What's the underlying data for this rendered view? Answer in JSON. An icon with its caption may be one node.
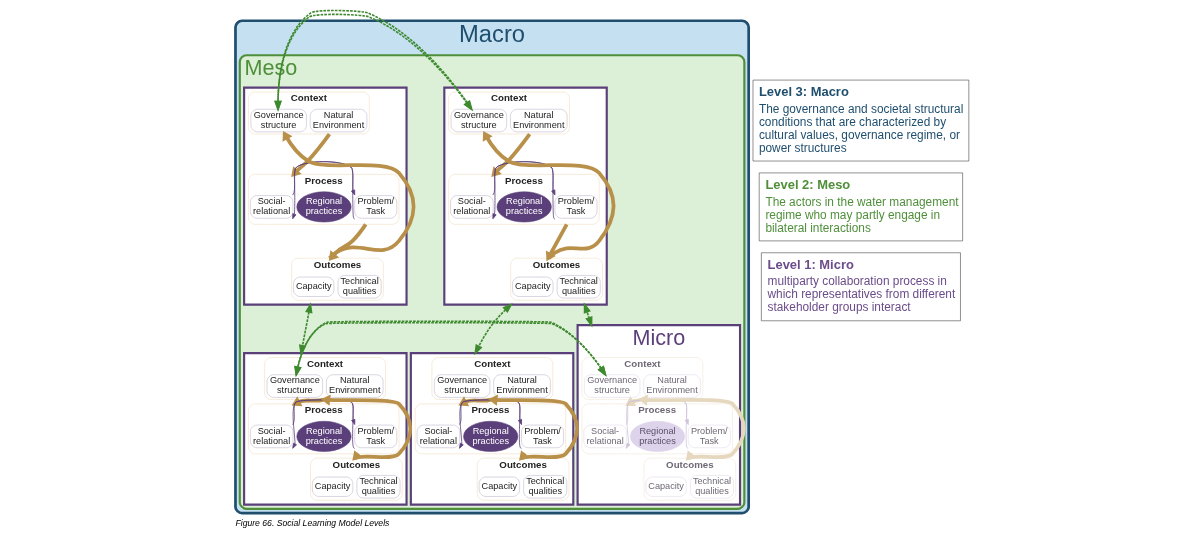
{
  "diagram": {
    "caption": "Figure 66. Social Learning Model Levels",
    "nodes": [
      {
        "text": [
          "Macro"
        ]
      },
      {
        "text": [
          "Meso"
        ],
        "in": 0
      },
      {
        "text": [],
        "shape": "box",
        "in": 1
      },
      {
        "text": [
          "Context"
        ],
        "in": 2
      },
      {
        "text": [
          "Governance structure"
        ],
        "in": 3
      },
      {
        "text": [
          "Natural Environment"
        ],
        "in": 3
      },
      {
        "text": [
          "Process"
        ],
        "in": 2
      },
      {
        "text": [
          "Social-relational"
        ],
        "in": 6
      },
      {
        "text": [
          "Regional practices"
        ],
        "in": 6
      },
      {
        "text": [
          "Problem/ Task"
        ],
        "in": 6
      },
      {
        "text": [
          "Outcomes"
        ],
        "in": 2
      },
      {
        "text": [
          "Capacity"
        ],
        "in": 10
      },
      {
        "text": [
          "Technical qualities"
        ],
        "in": 10
      },
      {
        "text": [],
        "shape": "box",
        "in": 1
      },
      {
        "text": [
          "Context"
        ],
        "in": 13
      },
      {
        "text": [
          "Governance structure"
        ],
        "in": 14
      },
      {
        "text": [
          "Natural Environment"
        ],
        "in": 14
      },
      {
        "text": [
          "Process"
        ],
        "in": 13
      },
      {
        "text": [
          "Social-relational"
        ],
        "in": 17
      },
      {
        "text": [
          "Regional practices"
        ],
        "in": 17
      },
      {
        "text": [
          "Problem/ Task"
        ],
        "in": 17
      },
      {
        "text": [
          "Outcomes"
        ],
        "in": 13
      },
      {
        "text": [
          "Capacity"
        ],
        "in": 21
      },
      {
        "text": [
          "Technical qualities"
        ],
        "in": 21
      },
      {
        "text": [],
        "shape": "box",
        "in": 1
      },
      {
        "text": [
          "Context"
        ],
        "in": 24
      },
      {
        "text": [
          "Governance structure"
        ],
        "in": 25
      },
      {
        "text": [
          "Natural Environment"
        ],
        "in": 25
      },
      {
        "text": [
          "Process"
        ],
        "in": 24
      },
      {
        "text": [
          "Social-relational"
        ],
        "in": 28
      },
      {
        "text": [
          "Regional practices"
        ],
        "in": 28
      },
      {
        "text": [
          "Problem/ Task"
        ],
        "in": 28
      },
      {
        "text": [
          "Outcomes"
        ],
        "in": 24
      },
      {
        "text": [
          "Capacity"
        ],
        "in": 32
      },
      {
        "text": [
          "Technical qualities"
        ],
        "in": 32
      },
      {
        "text": [
          "Micro"
        ],
        "in": 1
      },
      {
        "text": [
          "Context"
        ],
        "in": 35
      },
      {
        "text": [
          "Governance structure"
        ],
        "in": 36
      },
      {
        "text": [
          "Natural Environment"
        ],
        "in": 36
      },
      {
        "text": [
          "Process"
        ],
        "in": 35
      },
      {
        "text": [
          "Social-relational"
        ],
        "in": 39
      },
      {
        "text": [
          "Regional practices"
        ],
        "in": 39
      },
      {
        "text": [
          "Problem/ Task"
        ],
        "in": 39
      },
      {
        "text": [
          "Outcomes"
        ],
        "in": 35
      },
      {
        "text": [
          "Capacity"
        ],
        "in": 43
      },
      {
        "text": [
          "Technical qualities"
        ],
        "in": 43
      },
      {
        "text": [],
        "shape": "box",
        "in": 1
      },
      {
        "text": [
          "Context"
        ],
        "in": 46
      },
      {
        "text": [
          "Governance structure"
        ],
        "in": 47
      },
      {
        "text": [
          "Natural Environment"
        ],
        "in": 47
      },
      {
        "text": [
          "Process"
        ],
        "in": 46
      },
      {
        "text": [
          "Social-relational"
        ],
        "in": 50
      },
      {
        "text": [
          "Regional practices"
        ],
        "in": 50
      },
      {
        "text": [
          "Problem/ Task"
        ],
        "in": 50
      },
      {
        "text": [
          "Outcomes"
        ],
        "in": 46
      },
      {
        "text": [
          "Capacity"
        ],
        "in": 54
      },
      {
        "text": [
          "Technical qualities"
        ],
        "in": 54
      },
      {
        "text": [
          "Level 3: Macro",
          "The governance and societal structural conditions that are characterized by cultural values, governance regime, or power structures"
        ]
      },
      {
        "text": [
          "Level 2: Meso",
          "The actors in the water management regime who may partly engage in bilateral interactions"
        ]
      },
      {
        "text": [
          "Level 1: Micro",
          "multiparty collaboration process in which representatives from different stakeholder groups interact"
        ]
      }
    ],
    "edges": [
      {
        "from": 3,
        "to": 6,
        "arrow": "to",
        "style": "thick",
        "color": "#b8904a"
      },
      {
        "from": 6,
        "to": 10,
        "arrow": "to",
        "style": "thick",
        "color": "#b8904a"
      },
      {
        "from": 10,
        "to": 3,
        "arrow": "to",
        "style": "thick",
        "color": "#b8904a"
      },
      {
        "from": 7,
        "to": 9,
        "arrow": "to",
        "color": "#5b3f7a"
      },
      {
        "from": 9,
        "to": 7,
        "arrow": "to",
        "color": "#5b3f7a"
      },
      {
        "from": 14,
        "to": 17,
        "arrow": "to",
        "style": "thick",
        "color": "#b8904a"
      },
      {
        "from": 17,
        "to": 21,
        "arrow": "to",
        "style": "thick",
        "color": "#b8904a"
      },
      {
        "from": 21,
        "to": 14,
        "arrow": "to",
        "style": "thick",
        "color": "#b8904a"
      },
      {
        "from": 18,
        "to": 20,
        "arrow": "to",
        "color": "#5b3f7a"
      },
      {
        "from": 20,
        "to": 18,
        "arrow": "to",
        "color": "#5b3f7a"
      },
      {
        "from": 25,
        "to": 28,
        "arrow": "to",
        "style": "thick",
        "color": "#b8904a"
      },
      {
        "from": 28,
        "to": 32,
        "arrow": "to",
        "style": "thick",
        "color": "#b8904a"
      },
      {
        "from": 32,
        "to": 25,
        "arrow": "to",
        "style": "thick",
        "color": "#b8904a"
      },
      {
        "from": 29,
        "to": 31,
        "arrow": "to",
        "color": "#5b3f7a"
      },
      {
        "from": 31,
        "to": 29,
        "arrow": "to",
        "color": "#5b3f7a"
      },
      {
        "from": 36,
        "to": 39,
        "arrow": "to",
        "style": "thick",
        "color": "#e6d8bf"
      },
      {
        "from": 39,
        "to": 43,
        "arrow": "to",
        "style": "thick",
        "color": "#e6d8bf"
      },
      {
        "from": 43,
        "to": 36,
        "arrow": "to",
        "style": "thick",
        "color": "#e6d8bf"
      },
      {
        "from": 40,
        "to": 42,
        "arrow": "to",
        "color": "#cfc4dc"
      },
      {
        "from": 42,
        "to": 40,
        "arrow": "to",
        "color": "#cfc4dc"
      },
      {
        "from": 47,
        "to": 50,
        "arrow": "to",
        "style": "thick",
        "color": "#b8904a"
      },
      {
        "from": 50,
        "to": 54,
        "arrow": "to",
        "style": "thick",
        "color": "#b8904a"
      },
      {
        "from": 54,
        "to": 47,
        "arrow": "to",
        "style": "thick",
        "color": "#b8904a"
      },
      {
        "from": 51,
        "to": 53,
        "arrow": "to",
        "color": "#5b3f7a"
      },
      {
        "from": 53,
        "to": 51,
        "arrow": "to",
        "color": "#5b3f7a"
      },
      {
        "from": 2,
        "to": 13,
        "arrow": "both",
        "style": "dashed",
        "color": "#3e8a2f"
      },
      {
        "from": 2,
        "to": 24,
        "arrow": "both",
        "style": "dashed",
        "color": "#3e8a2f"
      },
      {
        "from": 2,
        "to": 35,
        "arrow": "both",
        "style": "dashed",
        "color": "#3e8a2f"
      },
      {
        "from": 35,
        "to": 46,
        "arrow": "both",
        "style": "dashed",
        "color": "#3e8a2f"
      },
      {
        "from": 13,
        "to": 46,
        "arrow": "both",
        "style": "dashed",
        "color": "#3e8a2f"
      }
    ]
  }
}
